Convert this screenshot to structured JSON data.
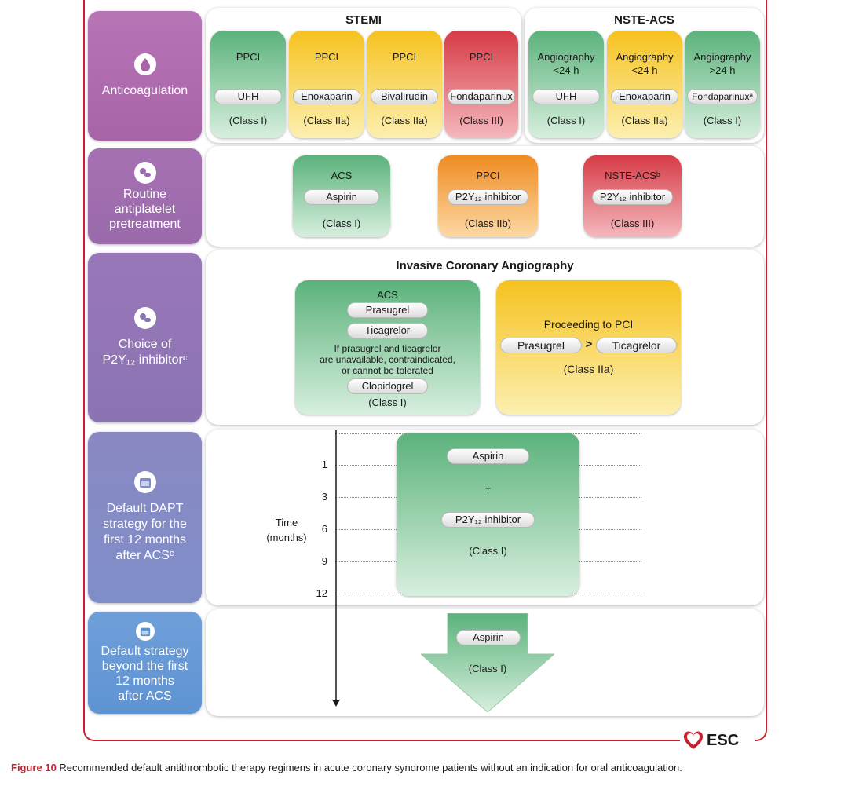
{
  "rows": {
    "anticoag": "Anticoagulation",
    "antiplatelet": [
      "Routine",
      "antiplatelet",
      "pretreatment"
    ],
    "p2y12": [
      "Choice of",
      "P2Y₁₂ inhibitorᶜ"
    ],
    "dapt": [
      "Default DAPT",
      "strategy for the",
      "first 12 months",
      "after ACSᶜ"
    ],
    "beyond": [
      "Default strategy",
      "beyond the first",
      "12 months",
      "after ACS"
    ]
  },
  "headers": {
    "stemi": "STEMI",
    "nste": "NSTE-ACS",
    "ica": "Invasive Coronary Angiography"
  },
  "anticoag_cards": [
    {
      "title": [
        "PPCI"
      ],
      "drug": "UFH",
      "cls": "(Class I)",
      "color": "#5bb27b"
    },
    {
      "title": [
        "PPCI"
      ],
      "drug": "Enoxaparin",
      "cls": "(Class IIa)",
      "color": "#f6c21f"
    },
    {
      "title": [
        "PPCI"
      ],
      "drug": "Bivalirudin",
      "cls": "(Class IIa)",
      "color": "#f6c21f"
    },
    {
      "title": [
        "PPCI"
      ],
      "drug": "Fondaparinux",
      "cls": "(Class III)",
      "color": "#d63b46"
    },
    {
      "title": [
        "Angiography",
        "<24 h"
      ],
      "drug": "UFH",
      "cls": "(Class I)",
      "color": "#5bb27b"
    },
    {
      "title": [
        "Angiography",
        "<24 h"
      ],
      "drug": "Enoxaparin",
      "cls": "(Class IIa)",
      "color": "#f6c21f"
    },
    {
      "title": [
        "Angiography",
        ">24 h"
      ],
      "drug": "Fondaparinuxᵃ",
      "cls": "(Class I)",
      "color": "#5bb27b"
    }
  ],
  "antiplatelet_cards": [
    {
      "title": "ACS",
      "drug": "Aspirin",
      "cls": "(Class I)"
    },
    {
      "title": "PPCI",
      "drug": "P2Y₁₂ inhibitor",
      "cls": "(Class IIb)"
    },
    {
      "title": "NSTE-ACSᵇ",
      "drug": "P2Y₁₂ inhibitor",
      "cls": "(Class III)"
    }
  ],
  "choice": {
    "acs_title": "ACS",
    "pras": "Prasugrel",
    "tica": "Ticagrelor",
    "note": [
      "If prasugrel and ticagrelor",
      "are unavailable, contraindicated,",
      "or cannot be tolerated"
    ],
    "clopi": "Clopidogrel",
    "acs_cls": "(Class I)",
    "pci_title": "Proceeding to PCI",
    "pci_pras": "Prasugrel",
    "gt": ">",
    "pci_tica": "Ticagrelor",
    "pci_cls": "(Class IIa)"
  },
  "dapt": {
    "aspirin": "Aspirin",
    "plus": "+",
    "p2y": "P2Y₁₂ inhibitor",
    "cls": "(Class I)",
    "time_label": [
      "Time",
      "(months)"
    ],
    "ticks": [
      "1",
      "3",
      "6",
      "9",
      "12"
    ]
  },
  "beyond": {
    "aspirin": "Aspirin",
    "cls": "(Class I)"
  },
  "logo": "ESC",
  "caption": {
    "label": "Figure 10",
    "text": " Recommended default antithrombotic therapy regimens in acute coronary syndrome patients without an indication for oral anticoagulation."
  },
  "colors": {
    "frame": "#c8202f",
    "green": "#5bb27b",
    "yellow": "#f6c21f",
    "red": "#d63b46",
    "orange": "#ef8b22"
  }
}
